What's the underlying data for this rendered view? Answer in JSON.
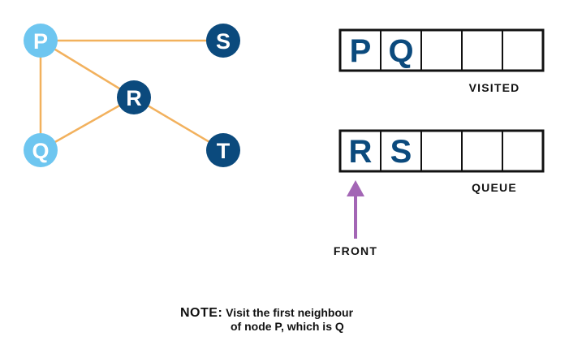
{
  "graph": {
    "nodes": [
      {
        "id": "P",
        "label": "P",
        "state": "visited"
      },
      {
        "id": "S",
        "label": "S",
        "state": "unvisited"
      },
      {
        "id": "R",
        "label": "R",
        "state": "unvisited"
      },
      {
        "id": "Q",
        "label": "Q",
        "state": "visited"
      },
      {
        "id": "T",
        "label": "T",
        "state": "unvisited"
      }
    ],
    "edges": [
      {
        "from": "P",
        "to": "S"
      },
      {
        "from": "P",
        "to": "R"
      },
      {
        "from": "P",
        "to": "Q"
      },
      {
        "from": "Q",
        "to": "R"
      },
      {
        "from": "R",
        "to": "T"
      }
    ]
  },
  "visited": {
    "caption": "VISITED",
    "cells": [
      "P",
      "Q",
      "",
      "",
      ""
    ]
  },
  "queue": {
    "caption": "QUEUE",
    "cells": [
      "R",
      "S",
      "",
      "",
      ""
    ]
  },
  "front": {
    "caption": "FRONT"
  },
  "note": {
    "label": "NOTE:",
    "line1": "Visit the first neighbour",
    "line2": "of node P, which is Q"
  },
  "colors": {
    "visited_node": "#6ec6f0",
    "unvisited_node": "#0b4a7d",
    "edge": "#f2b15d",
    "cell_text": "#0b4a7d",
    "arrow": "#a366b5",
    "border": "#111111"
  }
}
